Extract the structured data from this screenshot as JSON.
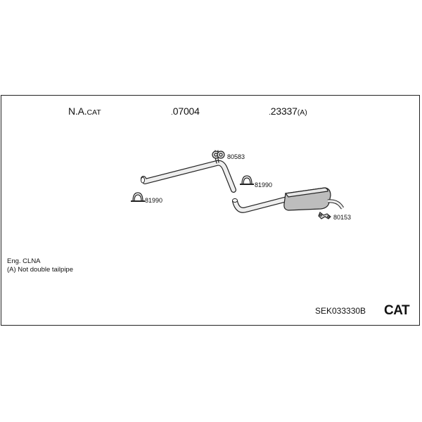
{
  "header": {
    "item1": {
      "main": "N.A.",
      "suffix": "CAT"
    },
    "item2": {
      "prefix": ".",
      "main": "07004"
    },
    "item3": {
      "prefix": ".",
      "main": "23337",
      "suffix": "(A)"
    }
  },
  "parts": [
    {
      "number": "80583",
      "icon": "gasket-icon"
    },
    {
      "number": "81990",
      "icon": "clamp-icon"
    },
    {
      "number": "81990",
      "icon": "clamp-icon"
    },
    {
      "number": "80153",
      "icon": "hanger-icon"
    }
  ],
  "notes": {
    "line1": "Eng. CLNA",
    "line2": "(A) Not double tailpipe"
  },
  "footer": {
    "code": "SEK033330B",
    "label": "CAT"
  },
  "colors": {
    "line": "#222222",
    "fill_light": "#eeeeee",
    "fill_mid": "#bdbdbd"
  }
}
